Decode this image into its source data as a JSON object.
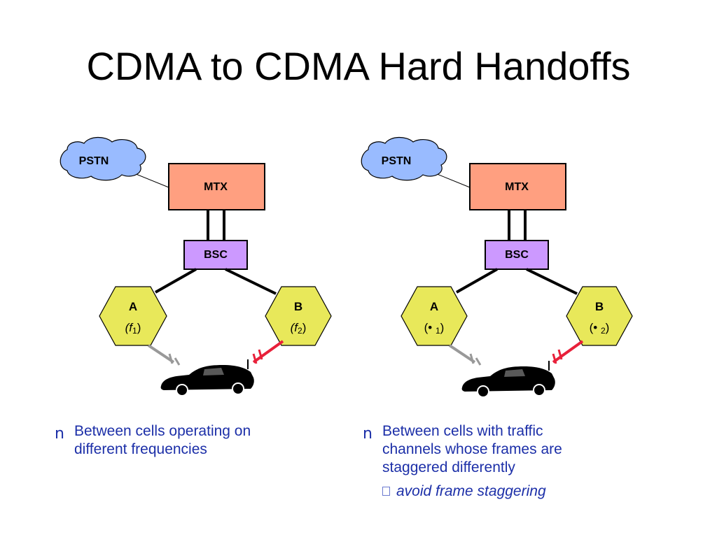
{
  "title": "CDMA to CDMA Hard Handoffs",
  "colors": {
    "cloud": "#99bbff",
    "mtx": "#ff9f80",
    "bsc": "#cc99ff",
    "cell": "#e8e85a",
    "bullet_text": "#1c2fa8",
    "weak_link": "#999999",
    "strong_link": "#e8203a"
  },
  "diagrams": [
    {
      "pstn": "PSTN",
      "mtx": "MTX",
      "bsc": "BSC",
      "cell_a": {
        "name": "A",
        "freq_main": "(f",
        "freq_sub": "1",
        "freq_close": ")"
      },
      "cell_b": {
        "name": "B",
        "freq_main": "(f",
        "freq_sub": "2",
        "freq_close": ")"
      }
    },
    {
      "pstn": "PSTN",
      "mtx": "MTX",
      "bsc": "BSC",
      "cell_a": {
        "name": "A",
        "freq_main": "(• ",
        "freq_sub": "1",
        "freq_close": ")"
      },
      "cell_b": {
        "name": "B",
        "freq_main": "(• ",
        "freq_sub": "2",
        "freq_close": ")"
      }
    }
  ],
  "bullets": {
    "left": {
      "marker": "n",
      "line1": "Between cells operating on",
      "line2": "different frequencies"
    },
    "right": {
      "marker": "n",
      "line1": "Between cells with traffic",
      "line2": "channels whose frames are",
      "line3": "staggered differently",
      "sub": "avoid frame staggering"
    }
  }
}
